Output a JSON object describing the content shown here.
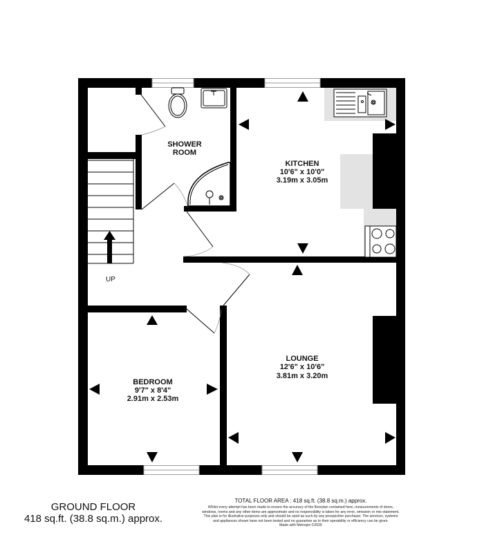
{
  "floor": {
    "name": "GROUND FLOOR",
    "area": "418 sq.ft. (38.8 sq.m.) approx."
  },
  "rooms": {
    "shower": {
      "name": "SHOWER",
      "name2": "ROOM"
    },
    "kitchen": {
      "name": "KITCHEN",
      "imperial": "10'6\"  x 10'0\"",
      "metric": "3.19m  x 3.05m"
    },
    "bedroom": {
      "name": "BEDROOM",
      "imperial": "9'7\"  x 8'4\"",
      "metric": "2.91m  x 2.53m"
    },
    "lounge": {
      "name": "LOUNGE",
      "imperial": "12'6\"  x 10'6\"",
      "metric": "3.81m  x 3.20m"
    }
  },
  "stairs": {
    "label": "UP"
  },
  "footer": {
    "total_area": "TOTAL FLOOR AREA : 418 sq.ft. (38.8 sq.m.) approx.",
    "disclaimer": "Whilst every attempt has been made to ensure the accuracy of the floorplan contained here, measurements of doors, windows, rooms and any other items are approximate and no responsibility is taken for any error, omission or mis-statement. This plan is for illustrative purposes only and should be used as such by any prospective purchaser. The services, systems and appliances shown have not been tested and no guarantee as to their operability or efficiency can be given.",
    "made_with": "Made with Metropix ©2026"
  },
  "colors": {
    "wall": "#000000",
    "worktop": "#e3e3e3",
    "window": "#9a9a9a"
  }
}
